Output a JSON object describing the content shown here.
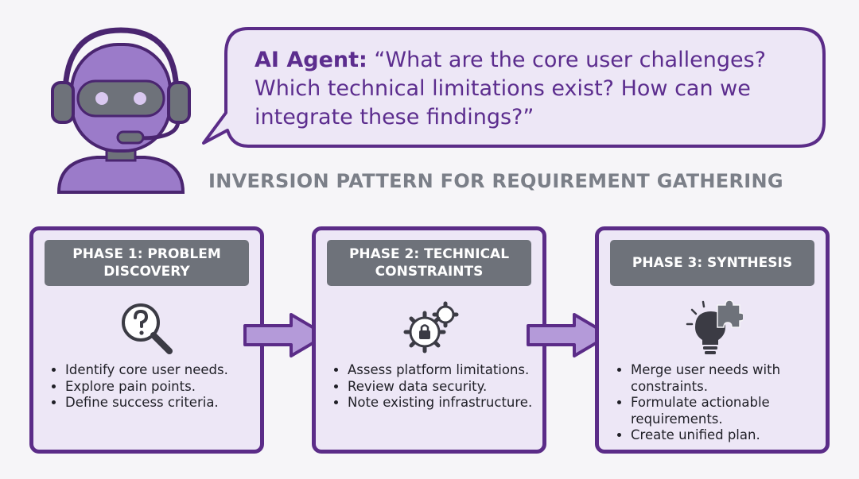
{
  "bubble": {
    "speaker": "AI Agent:",
    "quote": "“What are the core user challenges? Which technical limitations exist? How can we integrate these findings?”"
  },
  "title": "INVERSION PATTERN FOR REQUIREMENT GATHERING",
  "phases": [
    {
      "header": "PHASE 1: PROBLEM DISCOVERY",
      "icon": "magnifier-question-icon",
      "bullets": [
        "Identify core user needs.",
        "Explore pain points.",
        "Define success criteria."
      ]
    },
    {
      "header": "PHASE 2: TECHNICAL CONSTRAINTS",
      "icon": "gears-lock-icon",
      "bullets": [
        "Assess platform limitations.",
        "Review data security.",
        "Note existing infrastructure."
      ]
    },
    {
      "header": "PHASE 3: SYNTHESIS",
      "icon": "lightbulb-puzzle-icon",
      "bullets": [
        "Merge user needs with constraints.",
        "Formulate actionable requirements.",
        "Create unified plan."
      ]
    }
  ],
  "colors": {
    "purple_dark": "#5b2c88",
    "purple_light": "#ede7f6",
    "robot_purple": "#9b7bc9",
    "header_gray": "#6e727a",
    "title_gray": "#7b7f88"
  }
}
